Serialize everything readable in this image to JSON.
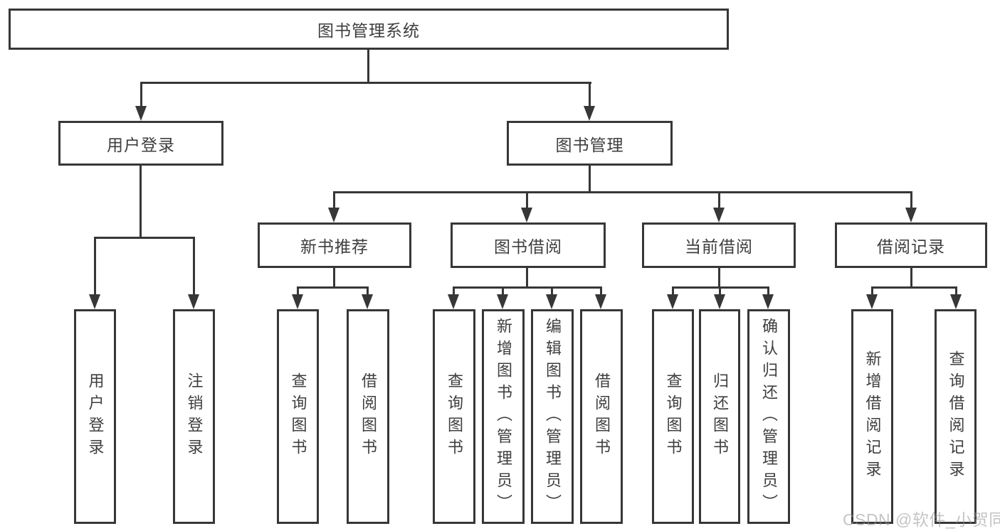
{
  "colors": {
    "line": "#373737",
    "text": "#3e3e3e",
    "background": "#ffffff",
    "watermark_gray": "#c9c9c9"
  },
  "watermark": {
    "text": "CSDN @软件_小贺同学"
  },
  "tree": {
    "label": "图书管理系统",
    "children": [
      {
        "label": "用户登录",
        "children": [
          {
            "label": "用户登录"
          },
          {
            "label": "注销登录"
          }
        ]
      },
      {
        "label": "图书管理",
        "children": [
          {
            "label": "新书推荐",
            "children": [
              {
                "label": "查询图书"
              },
              {
                "label": "借阅图书"
              }
            ]
          },
          {
            "label": "图书借阅",
            "children": [
              {
                "label": "查询图书"
              },
              {
                "label": "新增图书（管理员）"
              },
              {
                "label": "编辑图书（管理员）"
              },
              {
                "label": "借阅图书"
              }
            ]
          },
          {
            "label": "当前借阅",
            "children": [
              {
                "label": "查询图书"
              },
              {
                "label": "归还图书"
              },
              {
                "label": "确认归还（管理员）"
              }
            ]
          },
          {
            "label": "借阅记录",
            "children": [
              {
                "label": "新增借阅记录"
              },
              {
                "label": "查询借阅记录"
              }
            ]
          }
        ]
      }
    ]
  }
}
